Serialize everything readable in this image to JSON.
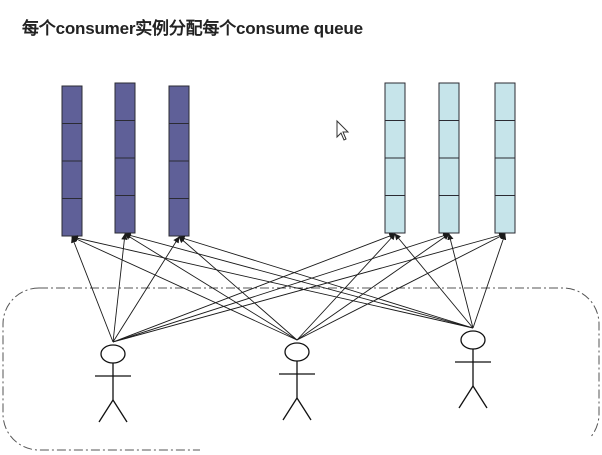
{
  "title": "每个consumer实例分配每个consume queue",
  "colors": {
    "queue_group_left": "#5f6098",
    "queue_group_right": "#c6e4ea",
    "queue_border": "#2b2b33",
    "arrow": "#1a1a1a",
    "consumer_group_border": "#555555"
  },
  "queue_groups": [
    {
      "name": "left-queues",
      "queue_count": 3,
      "slots_per_queue": 4
    },
    {
      "name": "right-queues",
      "queue_count": 3,
      "slots_per_queue": 4
    }
  ],
  "consumers": {
    "count": 3
  },
  "connections": "each consumer points to every queue",
  "icons": [
    "cursor-icon"
  ]
}
